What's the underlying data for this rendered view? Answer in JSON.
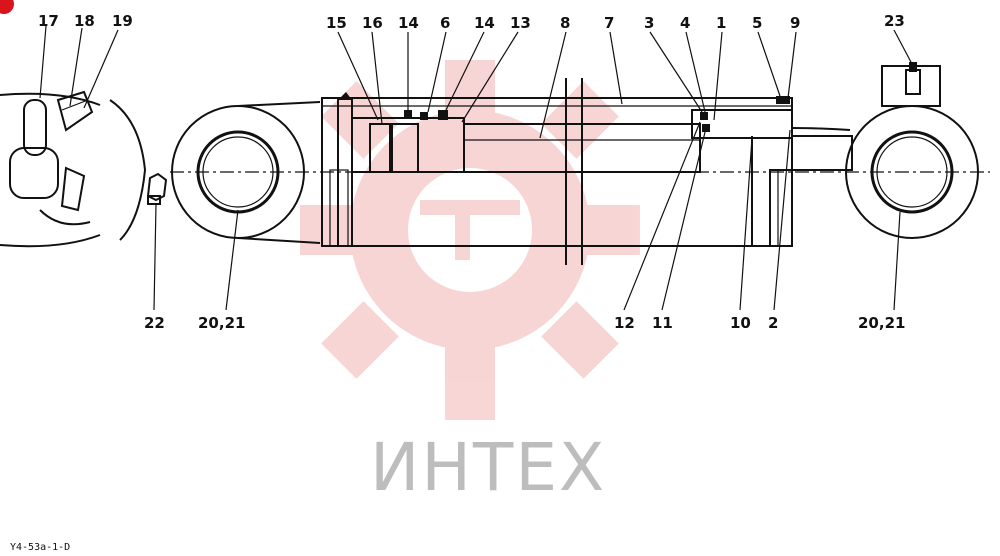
{
  "drawing_code": "Y4-53a-1-D",
  "watermark": {
    "text": "ИНТЕХ",
    "color": "#f2b8b8"
  },
  "colors": {
    "ink": "#111111",
    "marker": "#d8141c"
  },
  "top_labels": [
    "17",
    "18",
    "19",
    "15",
    "16",
    "14",
    "6",
    "14",
    "13",
    "8",
    "7",
    "3",
    "4",
    "1",
    "5",
    "9",
    "23"
  ],
  "bottom_labels": [
    "22",
    "20,21",
    "12",
    "11",
    "10",
    "2",
    "20,21"
  ]
}
